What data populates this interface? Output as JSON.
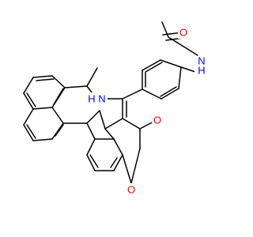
{
  "molecule": {
    "atom_labels": {
      "amide_oxygen": "O",
      "amide_nitrogen": "N",
      "amide_hydrogen": "H",
      "ring_nitrogen": "N",
      "ring_hydrogen": "H",
      "lactone_carbonyl_oxygen": "O",
      "ring_oxygen": "O"
    },
    "colors": {
      "bond": "#000000",
      "nitrogen": "#0000ff",
      "oxygen": "#ff0000"
    }
  }
}
